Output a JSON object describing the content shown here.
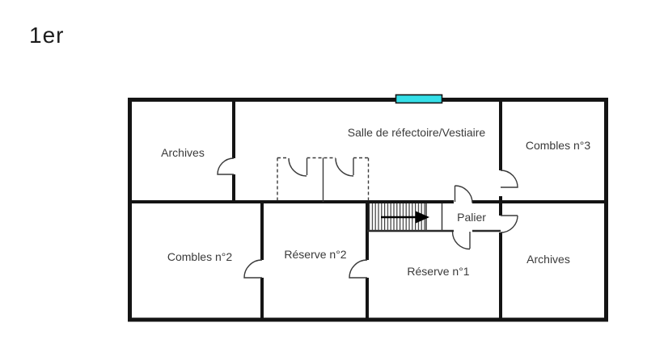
{
  "title": "1er",
  "rooms": {
    "archives_top": "Archives",
    "refectoire": "Salle de réfectoire/Vestiaire",
    "combles3": "Combles n°3",
    "combles2": "Combles n°2",
    "reserve2": "Réserve n°2",
    "reserve1": "Réserve n°1",
    "palier": "Palier",
    "archives_bottom": "Archives"
  },
  "colors": {
    "wall": "#141414",
    "thin_line": "#3a3a3a",
    "text": "#3a3a3a",
    "window": "#35dfe8"
  }
}
